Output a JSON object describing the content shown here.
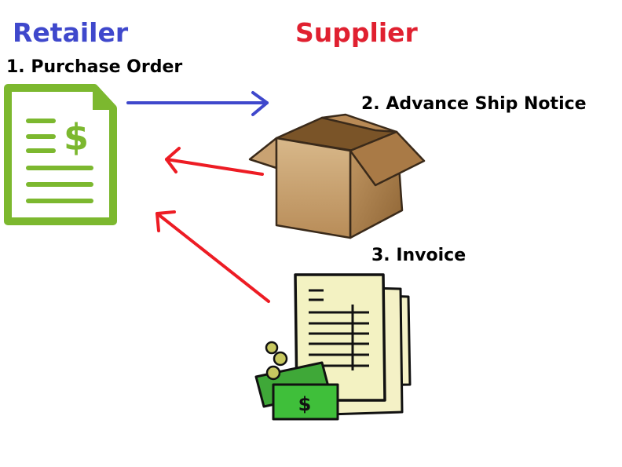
{
  "headers": {
    "retailer": "Retailer",
    "supplier": "Supplier"
  },
  "steps": {
    "purchase_order": "1. Purchase Order",
    "advance_ship_notice": "2. Advance Ship Notice",
    "invoice": "3. Invoice"
  },
  "icons": {
    "purchase_order": "document-dollar-icon",
    "advance_ship_notice": "cardboard-box-icon",
    "invoice": "invoice-money-icon"
  },
  "colors": {
    "retailer": "#3f48cc",
    "supplier": "#e02030",
    "to_supplier_arrow": "#3f48cc",
    "to_retailer_arrow": "#ed1c24",
    "document_green": "#7cb82f"
  }
}
